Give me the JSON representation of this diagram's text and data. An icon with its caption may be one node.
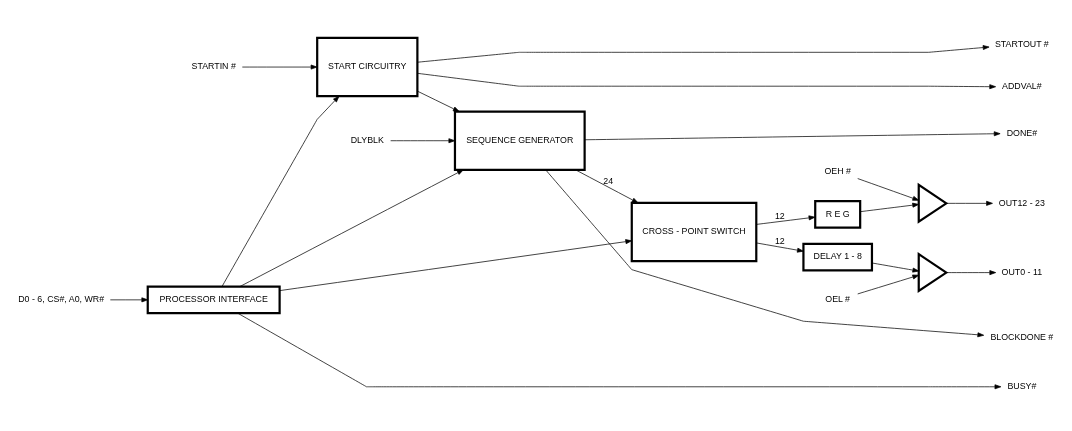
{
  "diagram": {
    "nodes": [
      {
        "text": [
          "STARTIN #"
        ]
      },
      {
        "text": [
          "START CIRCUITRY"
        ]
      },
      {
        "text": [
          "SEQUENCE GENERATOR"
        ]
      },
      {
        "text": [
          "CROSS - POINT SWITCH"
        ]
      },
      {
        "text": [
          "R E G"
        ]
      },
      {
        "text": [
          "DELAY 1 - 8"
        ]
      },
      {
        "text": [],
        "shape": "triangle"
      },
      {
        "text": [],
        "shape": "triangle"
      },
      {
        "text": [
          "PROCESSOR INTERFACE"
        ]
      },
      {
        "text": [
          "DLYBLK"
        ]
      },
      {
        "text": [
          "D0 - 6, CS#, A0, WR#"
        ]
      },
      {
        "text": [
          "STARTOUT #"
        ]
      },
      {
        "text": [
          "ADDVAL#"
        ]
      },
      {
        "text": [
          "DONE#"
        ]
      },
      {
        "text": [
          "BLOCKDONE #"
        ]
      },
      {
        "text": [
          "OUT12 - 23"
        ]
      },
      {
        "text": [
          "OEH #"
        ]
      },
      {
        "text": [
          "OUT0 - 11"
        ]
      },
      {
        "text": [
          "OEL #"
        ]
      },
      {
        "text": [
          "BUSY#"
        ]
      }
    ],
    "edges": [
      {
        "from": 0,
        "to": 1,
        "arrow": "to"
      },
      {
        "from": 1,
        "to": 2,
        "arrow": "to"
      },
      {
        "from": 2,
        "to": 3,
        "arrow": "to",
        "label": "24"
      },
      {
        "from": 3,
        "to": 4,
        "arrow": "to",
        "label": "12"
      },
      {
        "from": 3,
        "to": 5,
        "arrow": "to",
        "label": "12"
      },
      {
        "from": 4,
        "to": 6,
        "arrow": "to"
      },
      {
        "from": 5,
        "to": 7,
        "arrow": "to"
      },
      {
        "from": 6,
        "to": 15,
        "arrow": "to"
      },
      {
        "from": 7,
        "to": 17,
        "arrow": "to"
      },
      {
        "from": 16,
        "to": 6,
        "arrow": "to"
      },
      {
        "from": 18,
        "to": 7,
        "arrow": "to"
      },
      {
        "from": 9,
        "to": 2,
        "arrow": "to"
      },
      {
        "from": 8,
        "to": 1,
        "arrow": "to"
      },
      {
        "from": 8,
        "to": 2,
        "arrow": "to"
      },
      {
        "from": 8,
        "to": 3,
        "arrow": "to"
      },
      {
        "from": 8,
        "to": 19,
        "arrow": "to"
      },
      {
        "from": 10,
        "to": 8,
        "arrow": "to"
      },
      {
        "from": 1,
        "to": 11,
        "arrow": "to"
      },
      {
        "from": 1,
        "to": 12,
        "arrow": "to"
      },
      {
        "from": 2,
        "to": 13,
        "arrow": "to"
      },
      {
        "from": 2,
        "to": 14,
        "arrow": "to"
      }
    ]
  }
}
